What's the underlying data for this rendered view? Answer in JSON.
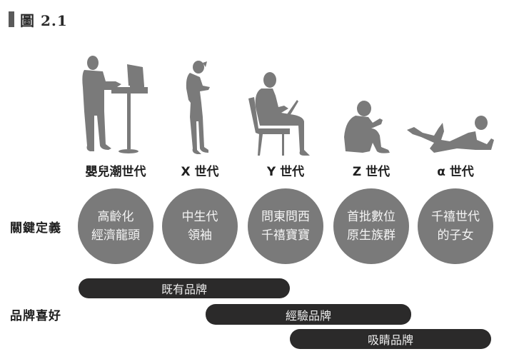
{
  "figure": {
    "label": "圖 2.1"
  },
  "generations": [
    {
      "name": "嬰兒潮世代",
      "icon": "person-standing-at-computer-icon",
      "definition": [
        "高齡化",
        "經濟龍頭"
      ]
    },
    {
      "name": "X 世代",
      "icon": "person-standing-with-phone-icon",
      "definition": [
        "中生代",
        "領袖"
      ]
    },
    {
      "name": "Y 世代",
      "icon": "person-sitting-with-laptop-icon",
      "definition": [
        "問東問西",
        "千禧寶寶"
      ]
    },
    {
      "name": "Z 世代",
      "icon": "person-sitting-on-floor-with-phone-icon",
      "definition": [
        "首批數位",
        "原生族群"
      ]
    },
    {
      "name": "α 世代",
      "icon": "child-lying-with-tablet-icon",
      "definition": [
        "千禧世代",
        "的子女"
      ]
    }
  ],
  "rows": {
    "definition_label": "關鍵定義",
    "brand_label": "品牌喜好"
  },
  "brand_preferences": [
    {
      "label": "既有品牌",
      "span": "嬰兒潮世代 – Y 世代"
    },
    {
      "label": "經驗品牌",
      "span": "X 世代 – Z 世代"
    },
    {
      "label": "吸睛品牌",
      "span": "Y 世代 – α 世代"
    }
  ],
  "colors": {
    "silhouette": "#7a7a7a",
    "circle": "#7a7a7a",
    "pill": "#2b2a2a",
    "text": "#1f1f1f"
  }
}
